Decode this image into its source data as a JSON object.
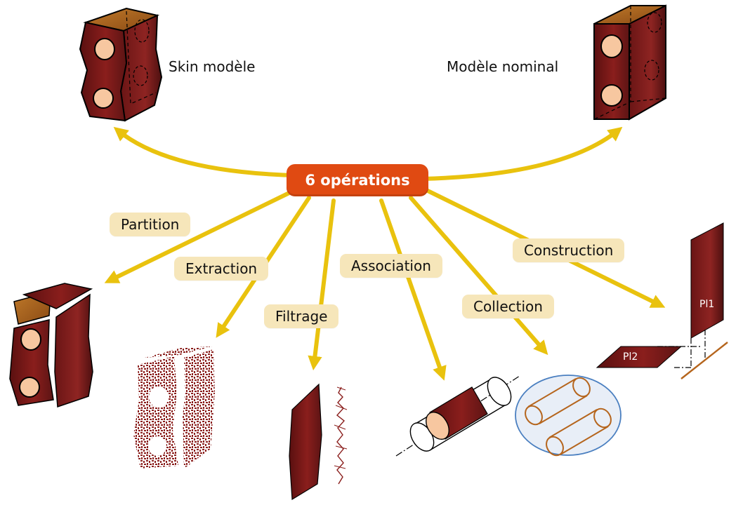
{
  "center": {
    "label": "6 opérations"
  },
  "top_models": {
    "skin": "Skin modèle",
    "nominal": "Modèle nominal"
  },
  "operations": {
    "partition": "Partition",
    "extraction": "Extraction",
    "filtrage": "Filtrage",
    "association": "Association",
    "collection": "Collection",
    "construction": "Construction"
  },
  "planes": {
    "pl1": "Pl1",
    "pl2": "Pl2"
  },
  "colors": {
    "arrow": "#e9c20e",
    "center_fill": "#e04a12",
    "pill_fill": "#f6e6ba",
    "part_dark": "#6b1414",
    "part_mid": "#8e1f1c",
    "hole_fill": "#f7c7a0",
    "cylinder_stroke": "#b5651d",
    "ellipse_stroke": "#4a7fc0"
  }
}
